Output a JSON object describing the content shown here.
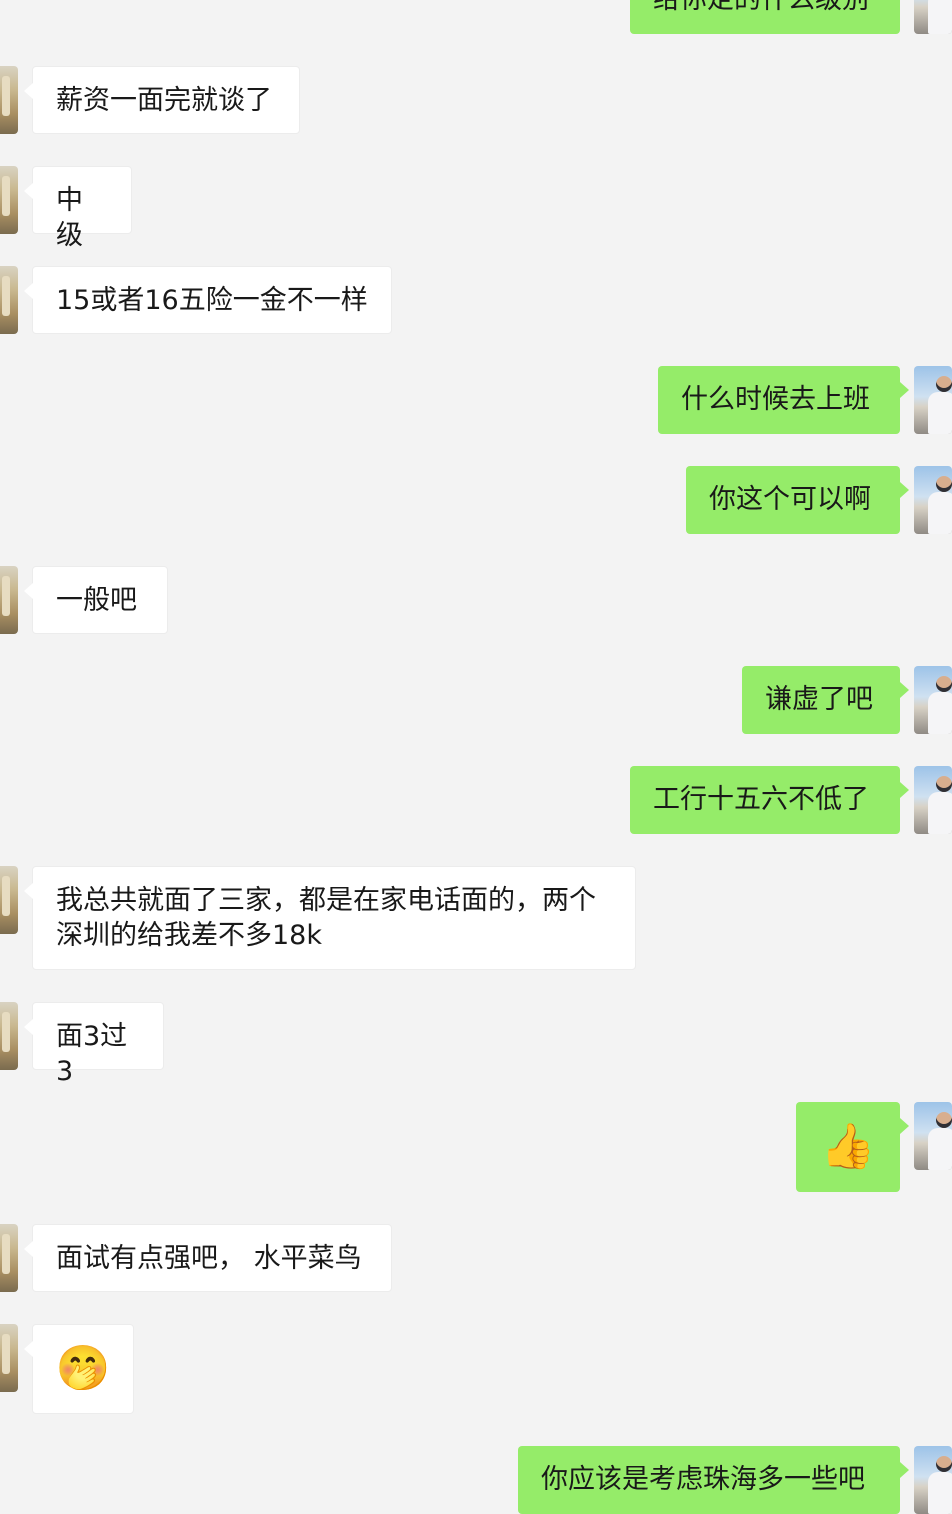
{
  "messages": [
    {
      "side": "right",
      "text": "给你定的什么级别"
    },
    {
      "side": "left",
      "text": "薪资一面完就谈了"
    },
    {
      "side": "left",
      "text": "中级"
    },
    {
      "side": "left",
      "text": "15或者16五险一金不一样"
    },
    {
      "side": "right",
      "text": "什么时候去上班"
    },
    {
      "side": "right",
      "text": "你这个可以啊"
    },
    {
      "side": "left",
      "text": "一般吧"
    },
    {
      "side": "right",
      "text": "谦虚了吧"
    },
    {
      "side": "right",
      "text": "工行十五六不低了"
    },
    {
      "side": "left",
      "text": "我总共就面了三家，都是在家电话面的，两个深圳的给我差不多18k"
    },
    {
      "side": "left",
      "text": "面3过3"
    },
    {
      "side": "right",
      "emoji": "👍"
    },
    {
      "side": "left",
      "text": "面试有点强吧， 水平菜鸟"
    },
    {
      "side": "left",
      "emoji": "🤭"
    },
    {
      "side": "right",
      "text": "你应该是考虑珠海多一些吧"
    }
  ],
  "icons": {
    "thumbs_up": "thumbs-up-emoji",
    "smile": "hand-over-mouth-emoji"
  },
  "colors": {
    "background": "#f3f3f3",
    "incoming_bubble": "#ffffff",
    "outgoing_bubble": "#95ec69"
  }
}
